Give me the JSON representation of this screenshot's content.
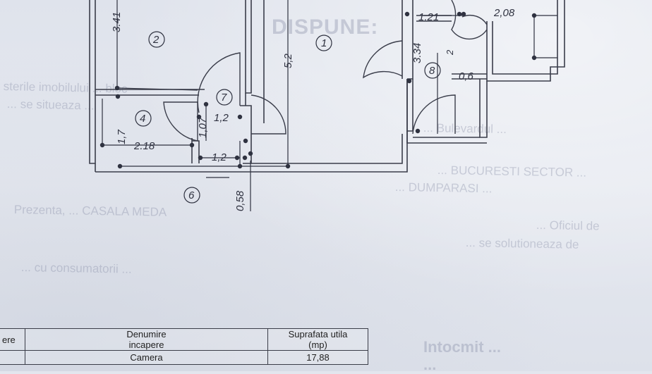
{
  "plan": {
    "dimensions": [
      "3.41",
      "5,2",
      "1.21",
      "2,08",
      "3.34",
      "2",
      "0,6",
      "1,7",
      "2.18",
      "1,07",
      "1,2",
      "1,2",
      "0,58"
    ],
    "rooms": [
      "2",
      "1",
      "8",
      "7",
      "4",
      "6"
    ]
  },
  "background_text": {
    "title": "DISPUNE:",
    "lines": [
      "sterile imobilului ... bloc",
      "... se situeaza ...",
      "... Bulevardul ...",
      "... BUCURESTI SECTOR ...",
      "... DUMPARASI ...",
      "Prezenta, ... CASALA MEDA",
      "... Oficiul de",
      "... se solutioneaza de",
      "... cu consumatorii ..."
    ],
    "signature_title": "Intocmit ... ",
    "signature_name": "... "
  },
  "area_table": {
    "headers": {
      "col0": "ere",
      "col1": [
        "Denumire",
        "incapere"
      ],
      "col2": [
        "Suprafata utila",
        "(mp)"
      ]
    },
    "rows": [
      {
        "col0": "",
        "name": "Camera",
        "area": "17,88"
      }
    ]
  }
}
